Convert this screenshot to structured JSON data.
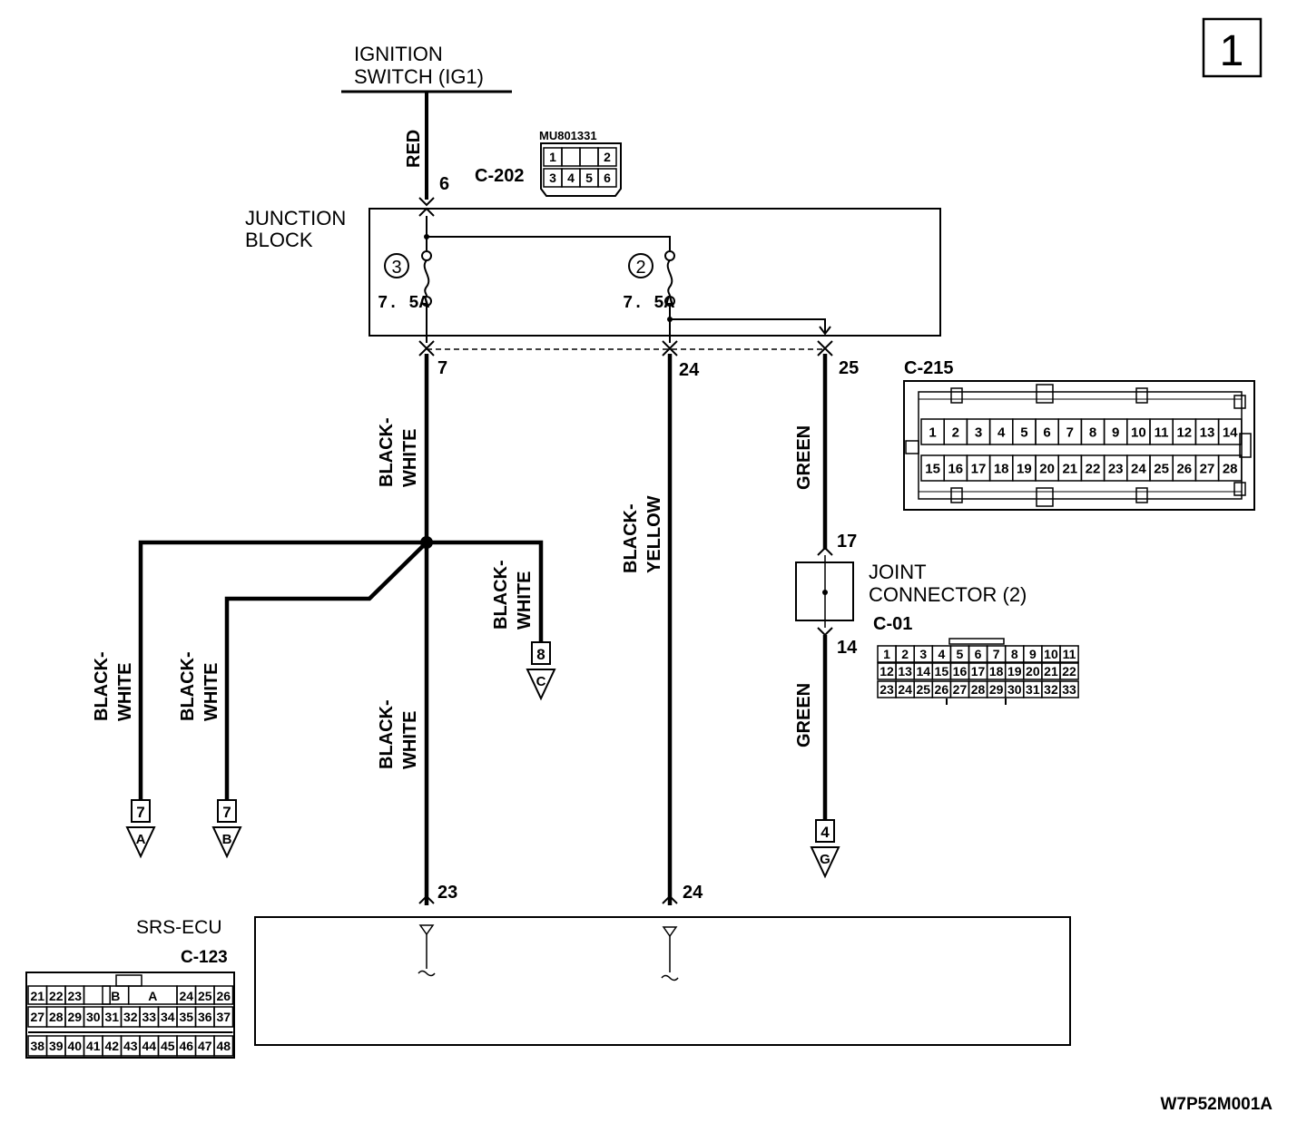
{
  "page": {
    "number": "1",
    "figure_code": "W7P52M001A"
  },
  "ignition": {
    "label_line1": "IGNITION",
    "label_line2": "SWITCH (IG1)",
    "wire_color": "RED",
    "pin": "6"
  },
  "c202": {
    "part_no": "MU801331",
    "id": "C-202",
    "pins_top": [
      "1",
      "",
      "",
      "2"
    ],
    "pins_bottom": [
      "3",
      "4",
      "5",
      "6"
    ]
  },
  "junction_block": {
    "line1": "JUNCTION",
    "line2": "BLOCK",
    "fuse3": {
      "number": "3",
      "rating": "7. 5A"
    },
    "fuse2": {
      "number": "2",
      "rating": "7. 5A"
    },
    "out_pins": [
      "7",
      "24",
      "25"
    ]
  },
  "c215": {
    "id": "C-215",
    "row1": [
      "1",
      "2",
      "3",
      "4",
      "5",
      "6",
      "7",
      "8",
      "9",
      "10",
      "11",
      "12",
      "13",
      "14"
    ],
    "row2": [
      "15",
      "16",
      "17",
      "18",
      "19",
      "20",
      "21",
      "22",
      "23",
      "24",
      "25",
      "26",
      "27",
      "28"
    ]
  },
  "wires": {
    "bw_line1": "BLACK-",
    "bw_line2": "WHITE",
    "by_line1": "BLACK-",
    "by_line2": "YELLOW",
    "green": "GREEN"
  },
  "joint_connector": {
    "line1": "JOINT",
    "line2": "CONNECTOR (2)",
    "pin_in": "17",
    "pin_out": "14",
    "id": "C-01",
    "row1": [
      "1",
      "2",
      "3",
      "4",
      "5",
      "6",
      "7",
      "8",
      "9",
      "10",
      "11"
    ],
    "row2": [
      "12",
      "13",
      "14",
      "15",
      "16",
      "17",
      "18",
      "19",
      "20",
      "21",
      "22"
    ],
    "row3": [
      "23",
      "24",
      "25",
      "26",
      "27",
      "28",
      "29",
      "30",
      "31",
      "32",
      "33"
    ]
  },
  "ground_refs": [
    {
      "num": "7",
      "letter": "A"
    },
    {
      "num": "7",
      "letter": "B"
    },
    {
      "num": "8",
      "letter": "C"
    },
    {
      "num": "4",
      "letter": "G"
    }
  ],
  "srs_ecu": {
    "label": "SRS-ECU",
    "id": "C-123",
    "pin_left": "23",
    "pin_right": "24",
    "row1": [
      "21",
      "22",
      "23",
      "",
      "B",
      "A",
      "24",
      "25",
      "26"
    ],
    "row2": [
      "27",
      "28",
      "29",
      "30",
      "31",
      "32",
      "33",
      "34",
      "35",
      "36",
      "37"
    ],
    "row3": [
      "38",
      "39",
      "40",
      "41",
      "42",
      "43",
      "44",
      "45",
      "46",
      "47",
      "48"
    ]
  }
}
